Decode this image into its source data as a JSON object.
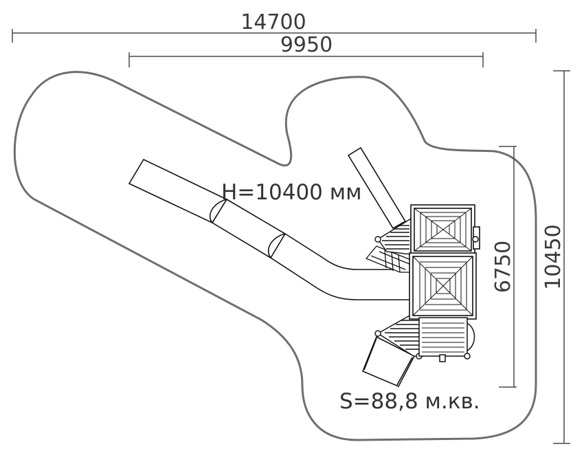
{
  "dimensions": {
    "overall_width": "14700",
    "inner_width": "9950",
    "overall_height": "10450",
    "inner_height": "6750"
  },
  "labels": {
    "height": "H=10400 мм",
    "area": "S=88,8 м.кв."
  },
  "colors": {
    "zone_outline": "#6e6e6e",
    "structure": "#111111",
    "dimension": "#4a4a4a"
  }
}
